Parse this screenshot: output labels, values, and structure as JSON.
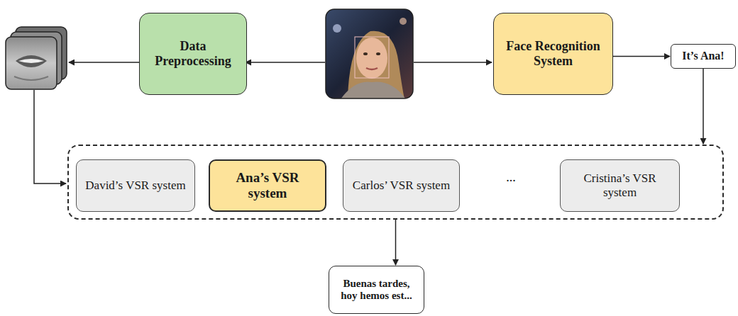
{
  "diagram": {
    "nodes": [
      {
        "text": [
          "Data Preprocessing"
        ]
      },
      {
        "text": [
          "Face Recognition System"
        ]
      },
      {
        "text": [
          "It’s Ana!"
        ]
      },
      {
        "text": []
      },
      {
        "text": [
          "David’s VSR system"
        ],
        "in": 3
      },
      {
        "text": [
          "Ana’s VSR system"
        ],
        "in": 3
      },
      {
        "text": [
          "Carlos’ VSR system"
        ],
        "in": 3
      },
      {
        "text": [
          "Cristina’s VSR system"
        ],
        "in": 3
      },
      {
        "text": [
          "Buenas tardes, hoy hemos est..."
        ]
      }
    ],
    "edges": [
      {
        "from": 1,
        "to": 2,
        "arrow": "to"
      },
      {
        "from": 2,
        "to": 3,
        "arrow": "to"
      },
      {
        "from": 3,
        "to": 8,
        "arrow": "to"
      }
    ],
    "labels": [
      "..."
    ]
  }
}
